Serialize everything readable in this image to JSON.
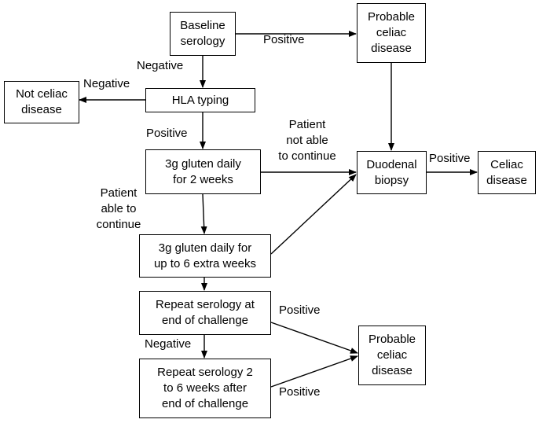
{
  "nodes": {
    "baseline_serology": "Baseline\nserology",
    "probable_celiac_top": "Probable\nceliac\ndisease",
    "not_celiac": "Not celiac\ndisease",
    "hla_typing": "HLA typing",
    "gluten_2_weeks": "3g gluten daily\nfor 2 weeks",
    "duodenal_biopsy": "Duodenal\nbiopsy",
    "celiac_disease": "Celiac\ndisease",
    "gluten_6_weeks": "3g gluten daily for\nup to 6 extra weeks",
    "repeat_serology_end": "Repeat serology at\nend of challenge",
    "probable_celiac_bottom": "Probable\nceliac\ndisease",
    "repeat_serology_after": "Repeat serology 2\nto 6 weeks after\nend of challenge"
  },
  "edge_labels": {
    "baseline_positive": "Positive",
    "baseline_negative": "Negative",
    "hla_negative": "Negative",
    "hla_positive": "Positive",
    "not_able": "Patient\nnot able\nto continue",
    "biopsy_positive": "Positive",
    "able": "Patient\nable to\ncontinue",
    "repeat_end_positive": "Positive",
    "repeat_end_negative": "Negative",
    "repeat_after_positive": "Positive"
  }
}
